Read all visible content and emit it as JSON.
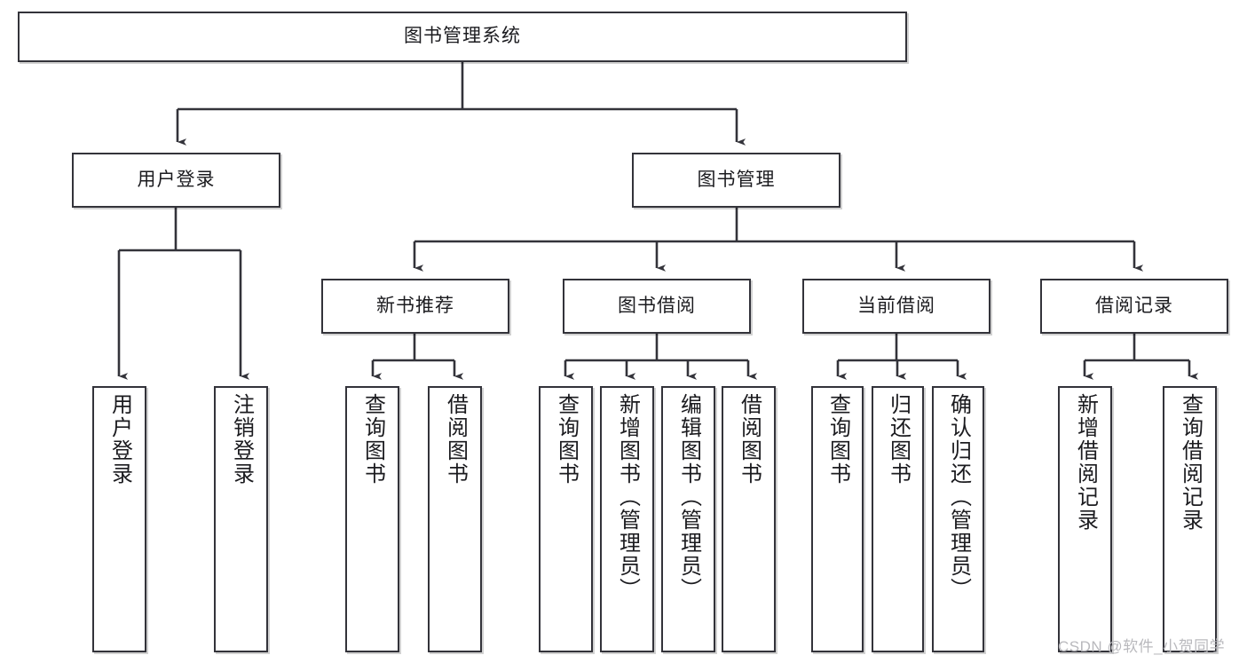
{
  "diagram": {
    "title": "图书管理系统",
    "type": "tree-hierarchy-chart",
    "root": {
      "id": "root",
      "label": "图书管理系统"
    },
    "level2": [
      {
        "id": "user-login",
        "label": "用户登录"
      },
      {
        "id": "book-manage",
        "label": "图书管理"
      }
    ],
    "level3": [
      {
        "id": "new-book-rec",
        "label": "新书推荐"
      },
      {
        "id": "book-borrow",
        "label": "图书借阅"
      },
      {
        "id": "current-borrow",
        "label": "当前借阅"
      },
      {
        "id": "borrow-record",
        "label": "借阅记录"
      }
    ],
    "leaves": [
      {
        "id": "leaf-user-login",
        "label": "用户登录",
        "parent": "user-login"
      },
      {
        "id": "leaf-logout",
        "label": "注销登录",
        "parent": "user-login"
      },
      {
        "id": "leaf-query-book-1",
        "label": "查询图书",
        "parent": "new-book-rec"
      },
      {
        "id": "leaf-borrow-book-1",
        "label": "借阅图书",
        "parent": "new-book-rec"
      },
      {
        "id": "leaf-query-book-2",
        "label": "查询图书",
        "parent": "book-borrow"
      },
      {
        "id": "leaf-add-book",
        "label": "新增图书（管理员）",
        "parent": "book-borrow"
      },
      {
        "id": "leaf-edit-book",
        "label": "编辑图书（管理员）",
        "parent": "book-borrow"
      },
      {
        "id": "leaf-borrow-book-2",
        "label": "借阅图书",
        "parent": "book-borrow"
      },
      {
        "id": "leaf-query-book-3",
        "label": "查询图书",
        "parent": "current-borrow"
      },
      {
        "id": "leaf-return-book",
        "label": "归还图书",
        "parent": "current-borrow"
      },
      {
        "id": "leaf-confirm-return",
        "label": "确认归还（管理员）",
        "parent": "current-borrow"
      },
      {
        "id": "leaf-add-record",
        "label": "新增借阅记录",
        "parent": "borrow-record"
      },
      {
        "id": "leaf-query-record",
        "label": "查询借阅记录",
        "parent": "borrow-record"
      }
    ],
    "colors": {
      "stroke": "#33333a",
      "fill": "#ffffff",
      "text": "#1b1b1f",
      "watermark": "#b9b9bd"
    }
  },
  "watermark": {
    "text": "CSDN @软件_小贺同学"
  }
}
